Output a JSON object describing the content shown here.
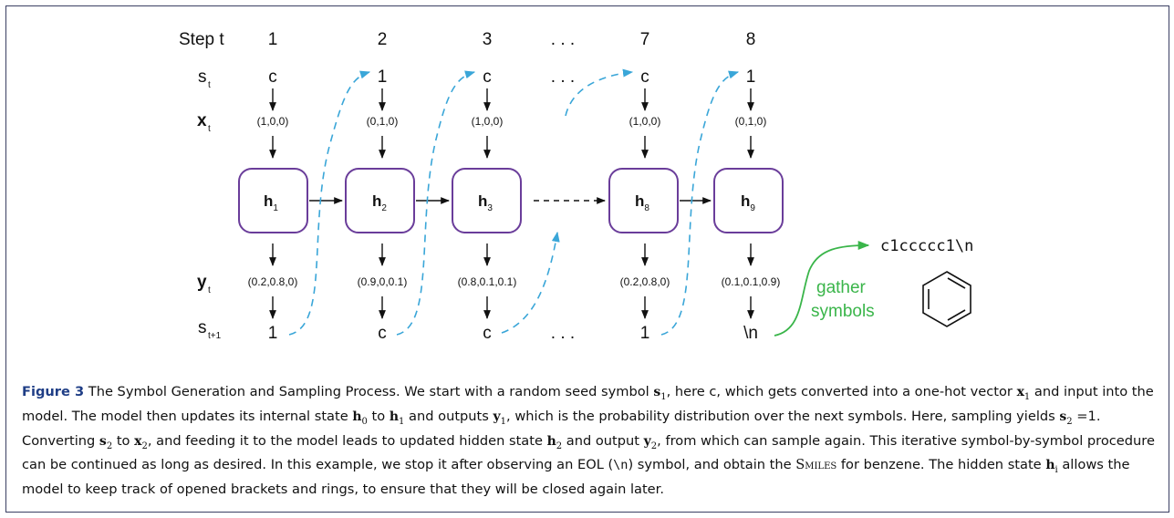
{
  "diagram": {
    "row_labels": {
      "step": "Step t",
      "s": "s",
      "s_sub": "t",
      "x": "x",
      "x_sub": "t",
      "y": "y",
      "y_sub": "t",
      "s_next": "s",
      "s_next_sub": "t+1"
    },
    "ellipsis": ". . .",
    "columns": [
      {
        "step": "1",
        "input": "c",
        "x": "(1,0,0)",
        "h": "h",
        "h_sub": "1",
        "y": "(0.2,0.8,0)",
        "output": "1"
      },
      {
        "step": "2",
        "input": "1",
        "x": "(0,1,0)",
        "h": "h",
        "h_sub": "2",
        "y": "(0.9,0,0.1)",
        "output": "c"
      },
      {
        "step": "3",
        "input": "c",
        "x": "(1,0,0)",
        "h": "h",
        "h_sub": "3",
        "y": "(0.8,0.1,0.1)",
        "output": "c"
      },
      {
        "step": "7",
        "input": "c",
        "x": "(1,0,0)",
        "h": "h",
        "h_sub": "8",
        "y": "(0.2,0.8,0)",
        "output": "1"
      },
      {
        "step": "8",
        "input": "1",
        "x": "(0,1,0)",
        "h": "h",
        "h_sub": "9",
        "y": "(0.1,0.1,0.9)",
        "output": "\\n"
      }
    ],
    "result_smiles": "c1ccccc1\\n",
    "gather_line1": "gather",
    "gather_line2": "symbols",
    "colors": {
      "node_border": "#6a3d9a",
      "dashed_arrow": "#3aa6d8",
      "gather": "#3ab54a",
      "frame": "#3b3f63",
      "caption_label": "#1f3e86"
    }
  },
  "caption": {
    "label": "Figure 3",
    "p1": " The Symbol Generation and Sampling Process. We start with a random seed symbol ",
    "m_s1": "s",
    "m_s1_sub": "1",
    "p2": ", here c, which gets converted into a one-hot vector ",
    "m_x1": "x",
    "m_x1_sub": "1",
    "p3": " and input into the model. The model then updates its internal state ",
    "m_h0": "h",
    "m_h0_sub": "0",
    "p4": " to ",
    "m_h1": "h",
    "m_h1_sub": "1",
    "p5": " and outputs ",
    "m_y1": "y",
    "m_y1_sub": "1",
    "p6": ", which is the probability distribution over the next symbols. Here, sampling yields ",
    "m_s2": "s",
    "m_s2_sub": "2",
    "p7": " =1. Converting ",
    "m_s2b": "s",
    "m_s2b_sub": "2",
    "p8": " to ",
    "m_x2": "x",
    "m_x2_sub": "2",
    "p9": ", and feeding it to the model leads to updated hidden state ",
    "m_h2": "h",
    "m_h2_sub": "2",
    "p10": " and output ",
    "m_y2": "y",
    "m_y2_sub": "2",
    "p11": ", from which can sample again. This iterative symbol-by-symbol procedure can be continued as long as desired. In this example, we stop it after observing an EOL (",
    "eol": "\\n",
    "p12": ") symbol, and obtain the ",
    "smiles_word": "Smiles",
    "p13": " for benzene. The hidden state ",
    "m_hi": "h",
    "m_hi_sub": "i",
    "p14": " allows the model to keep track of opened brackets and rings, to ensure that they will be closed again later."
  }
}
